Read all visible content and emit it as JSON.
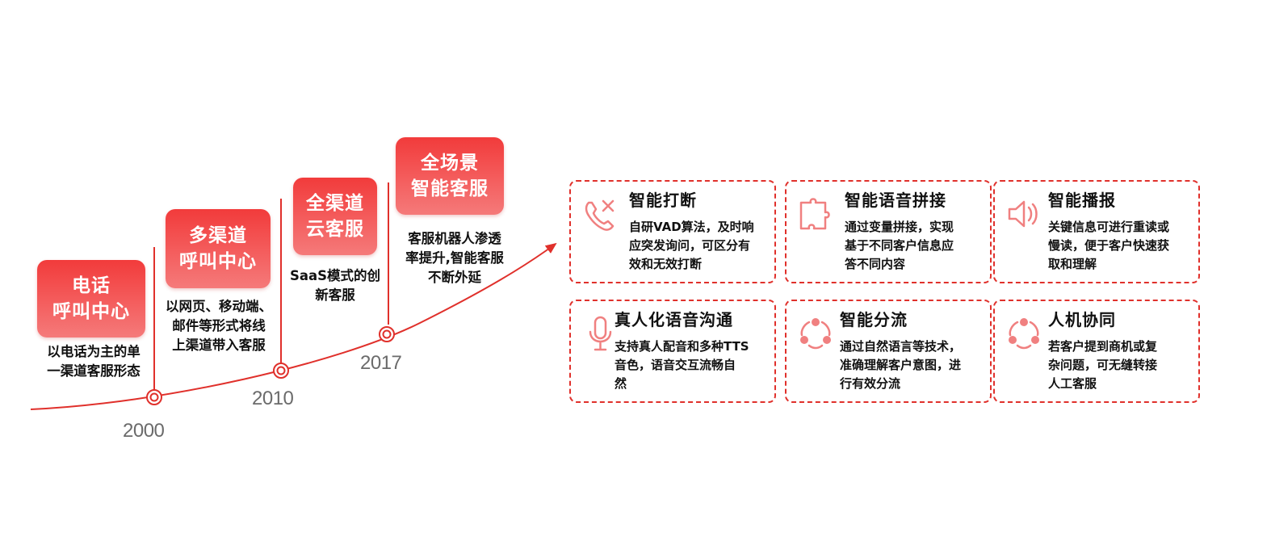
{
  "timeline": {
    "stages": [
      {
        "year": "2000",
        "title_lines": [
          "电话",
          "呼叫中心"
        ],
        "desc_lines": [
          "以电话为主的单",
          "一渠道客服形态"
        ]
      },
      {
        "year": "2010",
        "title_lines": [
          "多渠道",
          "呼叫中心"
        ],
        "desc_lines": [
          "以网页、移动端、",
          "邮件等形式将线",
          "上渠道带入客服"
        ]
      },
      {
        "year": "",
        "title_lines": [
          "全渠道",
          "云客服"
        ],
        "desc_lines": [
          "SaaS模式的创",
          "新客服"
        ]
      },
      {
        "year": "2017",
        "title_lines": [
          "全场景",
          "智能客服"
        ],
        "desc_lines": [
          "客服机器人渗透",
          "率提升,智能客服",
          "不断外延"
        ]
      }
    ]
  },
  "features": [
    {
      "icon": "phone-cancel-icon",
      "title": "智能打断",
      "desc_lines": [
        "自研VAD算法，及时响",
        "应突发询问，可区分有",
        "效和无效打断"
      ]
    },
    {
      "icon": "puzzle-icon",
      "title": "智能语音拼接",
      "desc_lines": [
        "通过变量拼接，实现",
        "基于不同客户信息应",
        "答不同内容"
      ]
    },
    {
      "icon": "speaker-icon",
      "title": "智能播报",
      "desc_lines": [
        "关键信息可进行重读或",
        "慢读，便于客户快速获",
        "取和理解"
      ]
    },
    {
      "icon": "microphone-icon",
      "title": "真人化语音沟通",
      "desc_lines": [
        "支持真人配音和多种TTS",
        "音色，语音交互流畅自",
        "然"
      ]
    },
    {
      "icon": "share-icon",
      "title": "智能分流",
      "desc_lines": [
        "通过自然语言等技术，",
        "准确理解客户意图，进",
        "行有效分流"
      ]
    },
    {
      "icon": "share-icon",
      "title": "人机协同",
      "desc_lines": [
        "若客户提到商机或复",
        "杂问题，可无缝转接",
        "人工客服"
      ]
    }
  ],
  "colors": {
    "accent": "#e0302b",
    "badge_top": "#f23b3b",
    "badge_bottom": "#f57a7a",
    "year_gray": "#6b6b6b",
    "icon_pink": "#f08080"
  }
}
